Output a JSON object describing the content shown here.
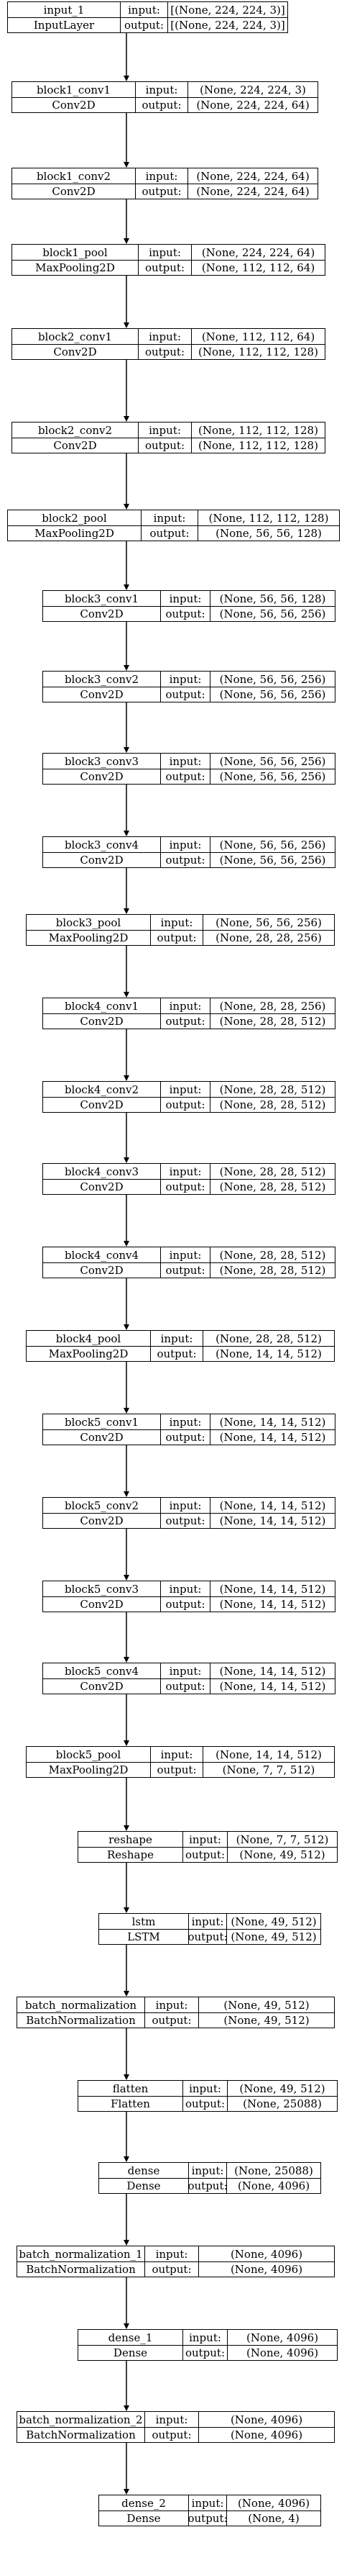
{
  "layers": [
    {
      "name": "input_1",
      "type": "InputLayer",
      "input_label": "input:",
      "input": "[(None, 224, 224, 3)]",
      "output_label": "output:",
      "output": "[(None, 224, 224, 3)]"
    },
    {
      "name": "block1_conv1",
      "type": "Conv2D",
      "input_label": "input:",
      "input": "(None, 224, 224, 3)",
      "output_label": "output:",
      "output": "(None, 224, 224, 64)"
    },
    {
      "name": "block1_conv2",
      "type": "Conv2D",
      "input_label": "input:",
      "input": "(None, 224, 224, 64)",
      "output_label": "output:",
      "output": "(None, 224, 224, 64)"
    },
    {
      "name": "block1_pool",
      "type": "MaxPooling2D",
      "input_label": "input:",
      "input": "(None, 224, 224, 64)",
      "output_label": "output:",
      "output": "(None, 112, 112, 64)"
    },
    {
      "name": "block2_conv1",
      "type": "Conv2D",
      "input_label": "input:",
      "input": "(None, 112, 112, 64)",
      "output_label": "output:",
      "output": "(None, 112, 112, 128)"
    },
    {
      "name": "block2_conv2",
      "type": "Conv2D",
      "input_label": "input:",
      "input": "(None, 112, 112, 128)",
      "output_label": "output:",
      "output": "(None, 112, 112, 128)"
    },
    {
      "name": "block2_pool",
      "type": "MaxPooling2D",
      "input_label": "input:",
      "input": "(None, 112, 112, 128)",
      "output_label": "output:",
      "output": "(None, 56, 56, 128)"
    },
    {
      "name": "block3_conv1",
      "type": "Conv2D",
      "input_label": "input:",
      "input": "(None, 56, 56, 128)",
      "output_label": "output:",
      "output": "(None, 56, 56, 256)"
    },
    {
      "name": "block3_conv2",
      "type": "Conv2D",
      "input_label": "input:",
      "input": "(None, 56, 56, 256)",
      "output_label": "output:",
      "output": "(None, 56, 56, 256)"
    },
    {
      "name": "block3_conv3",
      "type": "Conv2D",
      "input_label": "input:",
      "input": "(None, 56, 56, 256)",
      "output_label": "output:",
      "output": "(None, 56, 56, 256)"
    },
    {
      "name": "block3_conv4",
      "type": "Conv2D",
      "input_label": "input:",
      "input": "(None, 56, 56, 256)",
      "output_label": "output:",
      "output": "(None, 56, 56, 256)"
    },
    {
      "name": "block3_pool",
      "type": "MaxPooling2D",
      "input_label": "input:",
      "input": "(None, 56, 56, 256)",
      "output_label": "output:",
      "output": "(None, 28, 28, 256)"
    },
    {
      "name": "block4_conv1",
      "type": "Conv2D",
      "input_label": "input:",
      "input": "(None, 28, 28, 256)",
      "output_label": "output:",
      "output": "(None, 28, 28, 512)"
    },
    {
      "name": "block4_conv2",
      "type": "Conv2D",
      "input_label": "input:",
      "input": "(None, 28, 28, 512)",
      "output_label": "output:",
      "output": "(None, 28, 28, 512)"
    },
    {
      "name": "block4_conv3",
      "type": "Conv2D",
      "input_label": "input:",
      "input": "(None, 28, 28, 512)",
      "output_label": "output:",
      "output": "(None, 28, 28, 512)"
    },
    {
      "name": "block4_conv4",
      "type": "Conv2D",
      "input_label": "input:",
      "input": "(None, 28, 28, 512)",
      "output_label": "output:",
      "output": "(None, 28, 28, 512)"
    },
    {
      "name": "block4_pool",
      "type": "MaxPooling2D",
      "input_label": "input:",
      "input": "(None, 28, 28, 512)",
      "output_label": "output:",
      "output": "(None, 14, 14, 512)"
    },
    {
      "name": "block5_conv1",
      "type": "Conv2D",
      "input_label": "input:",
      "input": "(None, 14, 14, 512)",
      "output_label": "output:",
      "output": "(None, 14, 14, 512)"
    },
    {
      "name": "block5_conv2",
      "type": "Conv2D",
      "input_label": "input:",
      "input": "(None, 14, 14, 512)",
      "output_label": "output:",
      "output": "(None, 14, 14, 512)"
    },
    {
      "name": "block5_conv3",
      "type": "Conv2D",
      "input_label": "input:",
      "input": "(None, 14, 14, 512)",
      "output_label": "output:",
      "output": "(None, 14, 14, 512)"
    },
    {
      "name": "block5_conv4",
      "type": "Conv2D",
      "input_label": "input:",
      "input": "(None, 14, 14, 512)",
      "output_label": "output:",
      "output": "(None, 14, 14, 512)"
    },
    {
      "name": "block5_pool",
      "type": "MaxPooling2D",
      "input_label": "input:",
      "input": "(None, 14, 14, 512)",
      "output_label": "output:",
      "output": "(None, 7, 7, 512)"
    },
    {
      "name": "reshape",
      "type": "Reshape",
      "input_label": "input:",
      "input": "(None, 7, 7, 512)",
      "output_label": "output:",
      "output": "(None, 49, 512)"
    },
    {
      "name": "lstm",
      "type": "LSTM",
      "input_label": "input:",
      "input": "(None, 49, 512)",
      "output_label": "output:",
      "output": "(None, 49, 512)"
    },
    {
      "name": "batch_normalization",
      "type": "BatchNormalization",
      "input_label": "input:",
      "input": "(None, 49, 512)",
      "output_label": "output:",
      "output": "(None, 49, 512)"
    },
    {
      "name": "flatten",
      "type": "Flatten",
      "input_label": "input:",
      "input": "(None, 49, 512)",
      "output_label": "output:",
      "output": "(None, 25088)"
    },
    {
      "name": "dense",
      "type": "Dense",
      "input_label": "input:",
      "input": "(None, 25088)",
      "output_label": "output:",
      "output": "(None, 4096)"
    },
    {
      "name": "batch_normalization_1",
      "type": "BatchNormalization",
      "input_label": "input:",
      "input": "(None, 4096)",
      "output_label": "output:",
      "output": "(None, 4096)"
    },
    {
      "name": "dense_1",
      "type": "Dense",
      "input_label": "input:",
      "input": "(None, 4096)",
      "output_label": "output:",
      "output": "(None, 4096)"
    },
    {
      "name": "batch_normalization_2",
      "type": "BatchNormalization",
      "input_label": "input:",
      "input": "(None, 4096)",
      "output_label": "output:",
      "output": "(None, 4096)"
    },
    {
      "name": "dense_2",
      "type": "Dense",
      "input_label": "input:",
      "input": "(None, 4096)",
      "output_label": "output:",
      "output": "(None, 4)"
    }
  ]
}
